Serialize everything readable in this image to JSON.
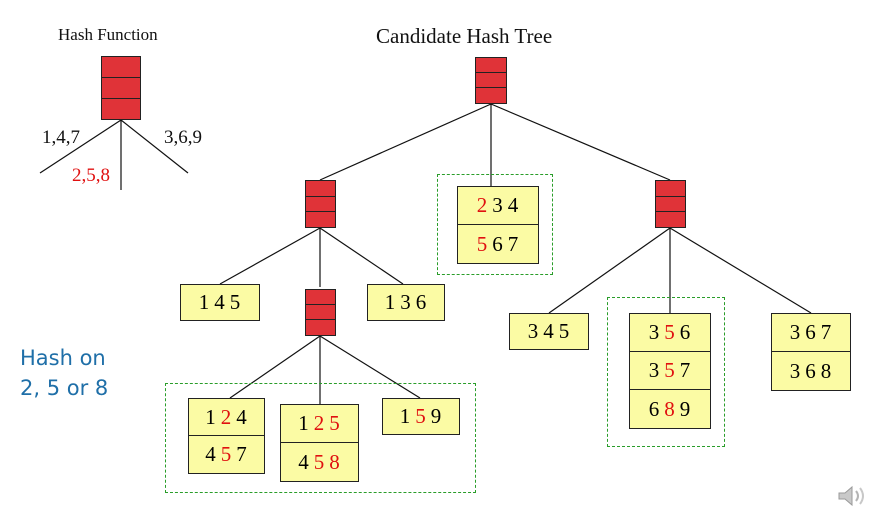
{
  "hash_function": {
    "title": "Hash Function",
    "branches": [
      {
        "label": "1,4,7",
        "color": "#111111"
      },
      {
        "label": "2,5,8",
        "color": "#e01010"
      },
      {
        "label": "3,6,9",
        "color": "#111111"
      }
    ]
  },
  "tree_title": "Candidate Hash Tree",
  "side_note": [
    "Hash on",
    "2, 5 or 8"
  ],
  "leaves": {
    "l1": [
      [
        {
          "t": "1",
          "r": false
        },
        {
          "t": "4",
          "r": false
        },
        {
          "t": "5",
          "r": false
        }
      ]
    ],
    "l2": [
      [
        {
          "t": "1",
          "r": false
        },
        {
          "t": "3",
          "r": false
        },
        {
          "t": "6",
          "r": false
        }
      ]
    ],
    "l3": [
      [
        {
          "t": "1",
          "r": false
        },
        {
          "t": "2",
          "r": true
        },
        {
          "t": "4",
          "r": false
        }
      ],
      [
        {
          "t": "4",
          "r": false
        },
        {
          "t": "5",
          "r": true
        },
        {
          "t": "7",
          "r": false
        }
      ]
    ],
    "l4": [
      [
        {
          "t": "1",
          "r": false
        },
        {
          "t": "2",
          "r": true
        },
        {
          "t": "5",
          "r": true
        }
      ],
      [
        {
          "t": "4",
          "r": false
        },
        {
          "t": "5",
          "r": true
        },
        {
          "t": "8",
          "r": true
        }
      ]
    ],
    "l5": [
      [
        {
          "t": "1",
          "r": false
        },
        {
          "t": "5",
          "r": true
        },
        {
          "t": "9",
          "r": false
        }
      ]
    ],
    "l6": [
      [
        {
          "t": "2",
          "r": true
        },
        {
          "t": "3",
          "r": false
        },
        {
          "t": "4",
          "r": false
        }
      ],
      [
        {
          "t": "5",
          "r": true
        },
        {
          "t": "6",
          "r": false
        },
        {
          "t": "7",
          "r": false
        }
      ]
    ],
    "l7": [
      [
        {
          "t": "3",
          "r": false
        },
        {
          "t": "4",
          "r": false
        },
        {
          "t": "5",
          "r": false
        }
      ]
    ],
    "l8": [
      [
        {
          "t": "3",
          "r": false
        },
        {
          "t": "5",
          "r": true
        },
        {
          "t": "6",
          "r": false
        }
      ],
      [
        {
          "t": "3",
          "r": false
        },
        {
          "t": "5",
          "r": true
        },
        {
          "t": "7",
          "r": false
        }
      ],
      [
        {
          "t": "6",
          "r": false
        },
        {
          "t": "8",
          "r": true
        },
        {
          "t": "9",
          "r": false
        }
      ]
    ],
    "l9": [
      [
        {
          "t": "3",
          "r": false
        },
        {
          "t": "6",
          "r": false
        },
        {
          "t": "7",
          "r": false
        }
      ],
      [
        {
          "t": "3",
          "r": false
        },
        {
          "t": "6",
          "r": false
        },
        {
          "t": "8",
          "r": false
        }
      ]
    ]
  },
  "colors": {
    "hash_node": "#e03338",
    "leaf": "#fbfba4",
    "group_border": "#2a9d2a",
    "highlight": "#e01010",
    "side_note": "#1f6fa8"
  },
  "icons": {
    "corner": "speaker-icon"
  }
}
